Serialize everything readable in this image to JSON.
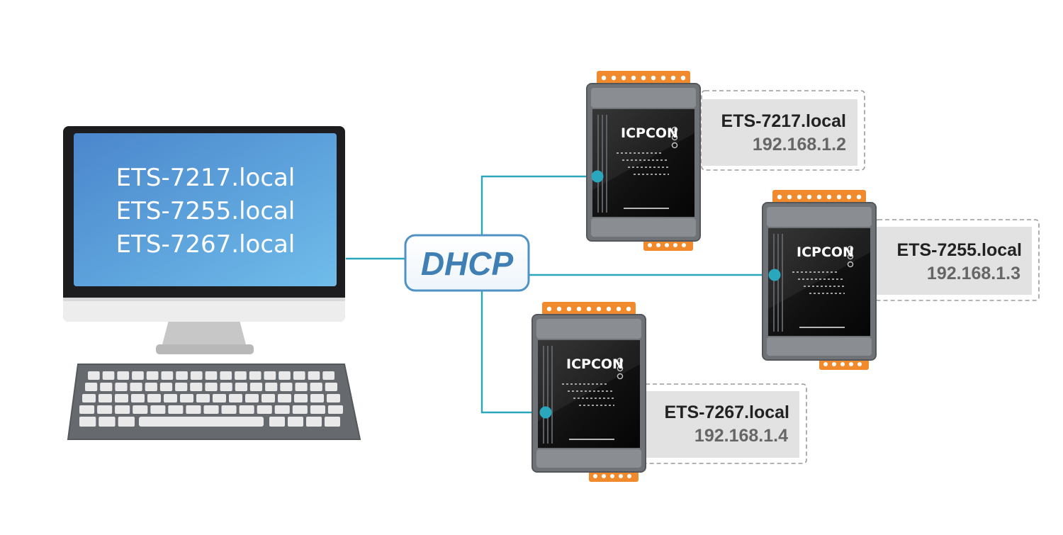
{
  "computer": {
    "screen_lines": [
      "ETS-7217.local",
      "ETS-7255.local",
      "ETS-7267.local"
    ]
  },
  "hub": {
    "label": "DHCP"
  },
  "devices": [
    {
      "logo": "ICPCON",
      "hostname": "ETS-7217.local",
      "ip": "192.168.1.2"
    },
    {
      "logo": "ICPCON",
      "hostname": "ETS-7255.local",
      "ip": "192.168.1.3"
    },
    {
      "logo": "ICPCON",
      "hostname": "ETS-7267.local",
      "ip": "192.168.1.4"
    }
  ],
  "colors": {
    "link": "#2aa7bd",
    "screen_top": "#4f8fd3",
    "screen_bottom": "#6cb8e8",
    "device_body": "#6f7378",
    "device_face": "#161616",
    "terminal": "#f08a2c",
    "dhcp_text": "#3f7fb4",
    "label_bg": "#e2e2e2"
  }
}
